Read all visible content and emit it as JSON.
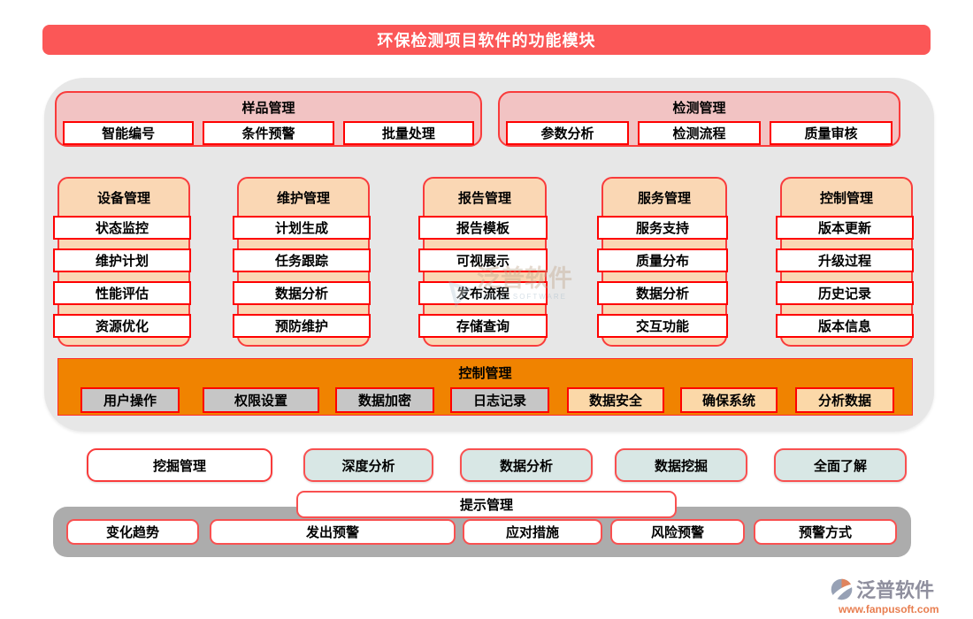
{
  "title": "环保检测项目软件的功能模块",
  "top_sections": [
    {
      "title": "样品管理",
      "items": [
        "智能编号",
        "条件预警",
        "批量处理"
      ]
    },
    {
      "title": "检测管理",
      "items": [
        "参数分析",
        "检测流程",
        "质量审核"
      ]
    }
  ],
  "columns": [
    {
      "title": "设备管理",
      "items": [
        "状态监控",
        "维护计划",
        "性能评估",
        "资源优化"
      ]
    },
    {
      "title": "维护管理",
      "items": [
        "计划生成",
        "任务跟踪",
        "数据分析",
        "预防维护"
      ]
    },
    {
      "title": "报告管理",
      "items": [
        "报告模板",
        "可视展示",
        "发布流程",
        "存储查询"
      ]
    },
    {
      "title": "服务管理",
      "items": [
        "服务支持",
        "质量分布",
        "数据分析",
        "交互功能"
      ]
    },
    {
      "title": "控制管理",
      "items": [
        "版本更新",
        "升级过程",
        "历史记录",
        "版本信息"
      ]
    }
  ],
  "control_bar": {
    "title": "控制管理",
    "items": [
      {
        "label": "用户操作",
        "style": "gray"
      },
      {
        "label": "权限设置",
        "style": "gray"
      },
      {
        "label": "数据加密",
        "style": "gray"
      },
      {
        "label": "日志记录",
        "style": "gray"
      },
      {
        "label": "数据安全",
        "style": "peach"
      },
      {
        "label": "确保系统",
        "style": "peach"
      },
      {
        "label": "分析数据",
        "style": "peach"
      }
    ]
  },
  "mining_row": [
    {
      "label": "挖掘管理",
      "style": "white"
    },
    {
      "label": "深度分析",
      "style": "teal"
    },
    {
      "label": "数据分析",
      "style": "teal"
    },
    {
      "label": "数据挖掘",
      "style": "teal"
    },
    {
      "label": "全面了解",
      "style": "teal"
    }
  ],
  "alert_section": {
    "title": "提示管理",
    "items": [
      "变化趋势",
      "发出预警",
      "应对措施",
      "风险预警",
      "预警方式"
    ]
  },
  "watermark": {
    "text": "泛普软件",
    "subtext": "FANPU SOFTWARE"
  },
  "footer_logo": {
    "name": "泛普软件",
    "url": "www.fanpusoft.com"
  },
  "colors": {
    "banner": "#FB5757",
    "section_bg": "#F2C3C3",
    "column_bg": "#FAD7B4",
    "control_bar_bg": "#F08300",
    "gray_item": "#C6C6C6",
    "peach_item": "#FBD8A8",
    "teal_button": "#D8E7E5",
    "alert_bar_bg": "#ACACAC",
    "panel_bg": "#E7E7E7",
    "border_red": "#FF0000"
  }
}
